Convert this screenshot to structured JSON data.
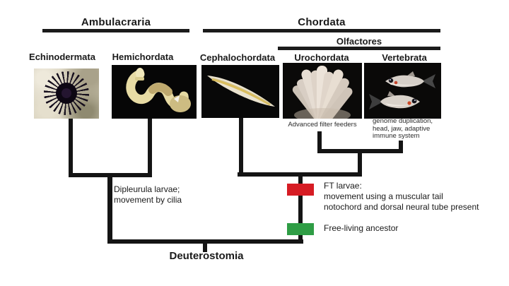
{
  "figure": {
    "groups": [
      {
        "id": "ambulacraria",
        "label": "Ambulacraria"
      },
      {
        "id": "chordata",
        "label": "Chordata"
      },
      {
        "id": "olfactores",
        "label": "Olfactores"
      }
    ],
    "taxa": [
      {
        "label": "Echinodermata",
        "image": "sea-urchin"
      },
      {
        "label": "Hemichordata",
        "image": "acorn-worm"
      },
      {
        "label": "Cephalochordata",
        "image": "lancelet"
      },
      {
        "label": "Urochordata",
        "image": "tunicate-colony",
        "note_lines": [
          "Advanced filter feeders"
        ]
      },
      {
        "label": "Vertebrata",
        "image": "medaka-fish-pair",
        "note_lines": [
          "genome duplication,",
          "head, jaw, adaptive",
          "immune system"
        ]
      }
    ],
    "annotations": {
      "dipleurula_lines": [
        "Dipleurula larvae;",
        "movement by cilia"
      ],
      "ft_lines": [
        "FT larvae:",
        "movement using a muscular tail",
        "notochord and dorsal neural tube present"
      ],
      "free_living": "Free-living ancestor",
      "root_label": "Deuterostomia"
    },
    "markers": {
      "ft_larvae_color": "#d61c24",
      "free_living_color": "#2f9d45"
    },
    "colors": {
      "branch_line": "#141414",
      "clade_bar": "#1b1b1b",
      "text": "#1a1a1a"
    }
  }
}
